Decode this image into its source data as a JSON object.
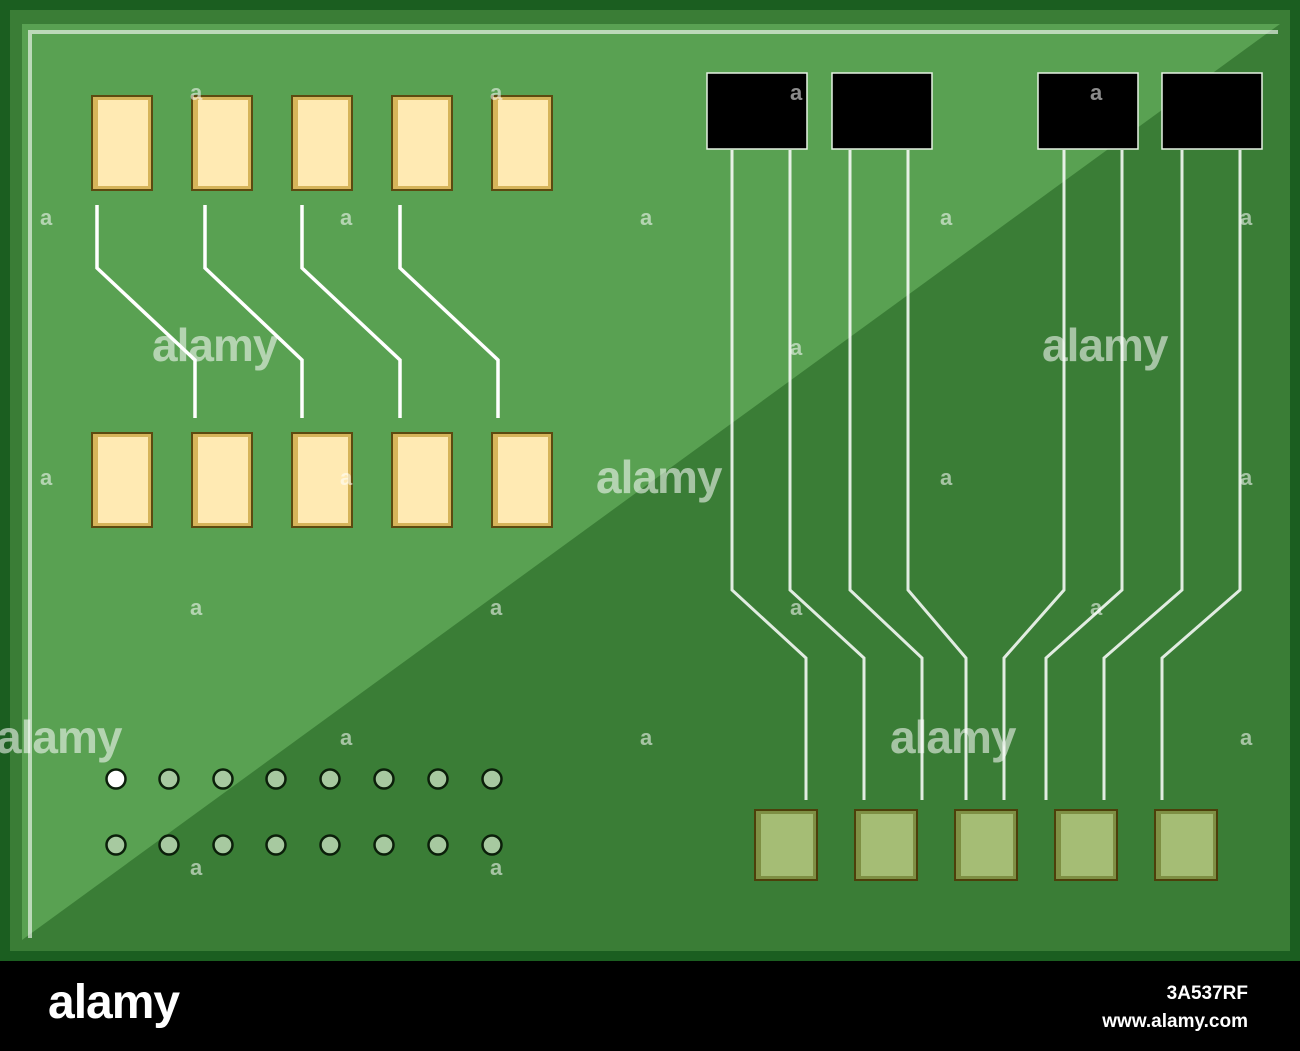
{
  "colors": {
    "board_outer": "#1b5e20",
    "board_light": "#59a152",
    "board_dark": "#3a7d36",
    "pad_top": "#ffeab3",
    "pad_border": "#5c4a10",
    "pad_bottom": "#a5bd75",
    "chip": "#000000",
    "trace": "#ffffff",
    "hole_fill": "#a7c9a0"
  },
  "icons": {
    "chip": "ic-chip",
    "pad": "solder-pad",
    "hole": "via-hole"
  },
  "watermark": {
    "word": "alamy",
    "letter": "a"
  },
  "footer": {
    "logo": "alamy",
    "image_id": "3A537RF",
    "url": "www.alamy.com"
  }
}
